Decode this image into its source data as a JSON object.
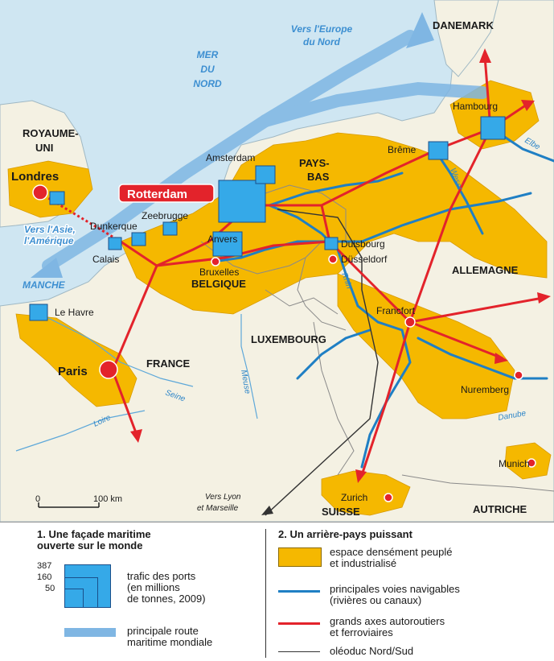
{
  "map": {
    "seas": {
      "north_sea": [
        "MER",
        "DU",
        "NORD"
      ],
      "channel": "MANCHE"
    },
    "routes": {
      "north_europe": [
        "Vers l'Europe",
        "du Nord"
      ],
      "asia_america": [
        "Vers l'Asie,",
        "l'Amérique"
      ],
      "lyon_marseille": [
        "Vers Lyon",
        "et Marseille"
      ]
    },
    "countries": {
      "uk": [
        "ROYAUME-",
        "UNI"
      ],
      "pays_bas": [
        "PAYS-",
        "BAS"
      ],
      "denmark": "DANEMARK",
      "germany": "ALLEMAGNE",
      "belgium": "BELGIQUE",
      "france": "FRANCE",
      "luxembourg": "LUXEMBOURG",
      "switzerland": "SUISSE",
      "austria": "AUTRICHE"
    },
    "cities": {
      "londres": "Londres",
      "rotterdam": "Rotterdam",
      "amsterdam": "Amsterdam",
      "breme": "Brême",
      "hambourg": "Hambourg",
      "zeebrugge": "Zeebrugge",
      "dunkerque": "Dunkerque",
      "calais": "Calais",
      "anvers": "Anvers",
      "bruxelles": "Bruxelles",
      "duisbourg": "Duisbourg",
      "dusseldorf": "Düsseldorf",
      "le_havre": "Le Havre",
      "paris": "Paris",
      "francfort": "Francfort",
      "nuremberg": "Nuremberg",
      "munich": "Munich",
      "zurich": "Zurich"
    },
    "rivers": {
      "elbe": "Elbe",
      "weser": "Weser",
      "rhin": "Rhin",
      "meuse": "Meuse",
      "seine": "Seine",
      "loire": "Loire",
      "danube": "Danube"
    },
    "scale": {
      "zero": "0",
      "hundred": "100 km"
    },
    "colors": {
      "land": "#f4f1e3",
      "sea": "#cfe6f2",
      "dense_area": "#f5b800",
      "waterway": "#1f7fc4",
      "axis": "#e3232b",
      "sea_route": "#7fb6e3",
      "port": "#35a9e8",
      "pipeline": "#333333"
    }
  },
  "legend": {
    "section1": {
      "title": [
        "1. Une façade maritime",
        "ouverte sur le monde"
      ],
      "port_values": [
        "387",
        "160",
        "50"
      ],
      "port_label": [
        "trafic des ports",
        "(en millions",
        "de tonnes, 2009)"
      ],
      "route_label": [
        "principale route",
        "maritime mondiale"
      ]
    },
    "section2": {
      "title": "2. Un arrière-pays puissant",
      "items": [
        [
          "espace densément peuplé",
          "et industrialisé"
        ],
        [
          "principales voies navigables",
          "(rivières ou canaux)"
        ],
        [
          "grands axes autoroutiers",
          "et ferroviaires"
        ],
        [
          "oléoduc Nord/Sud"
        ]
      ]
    }
  }
}
